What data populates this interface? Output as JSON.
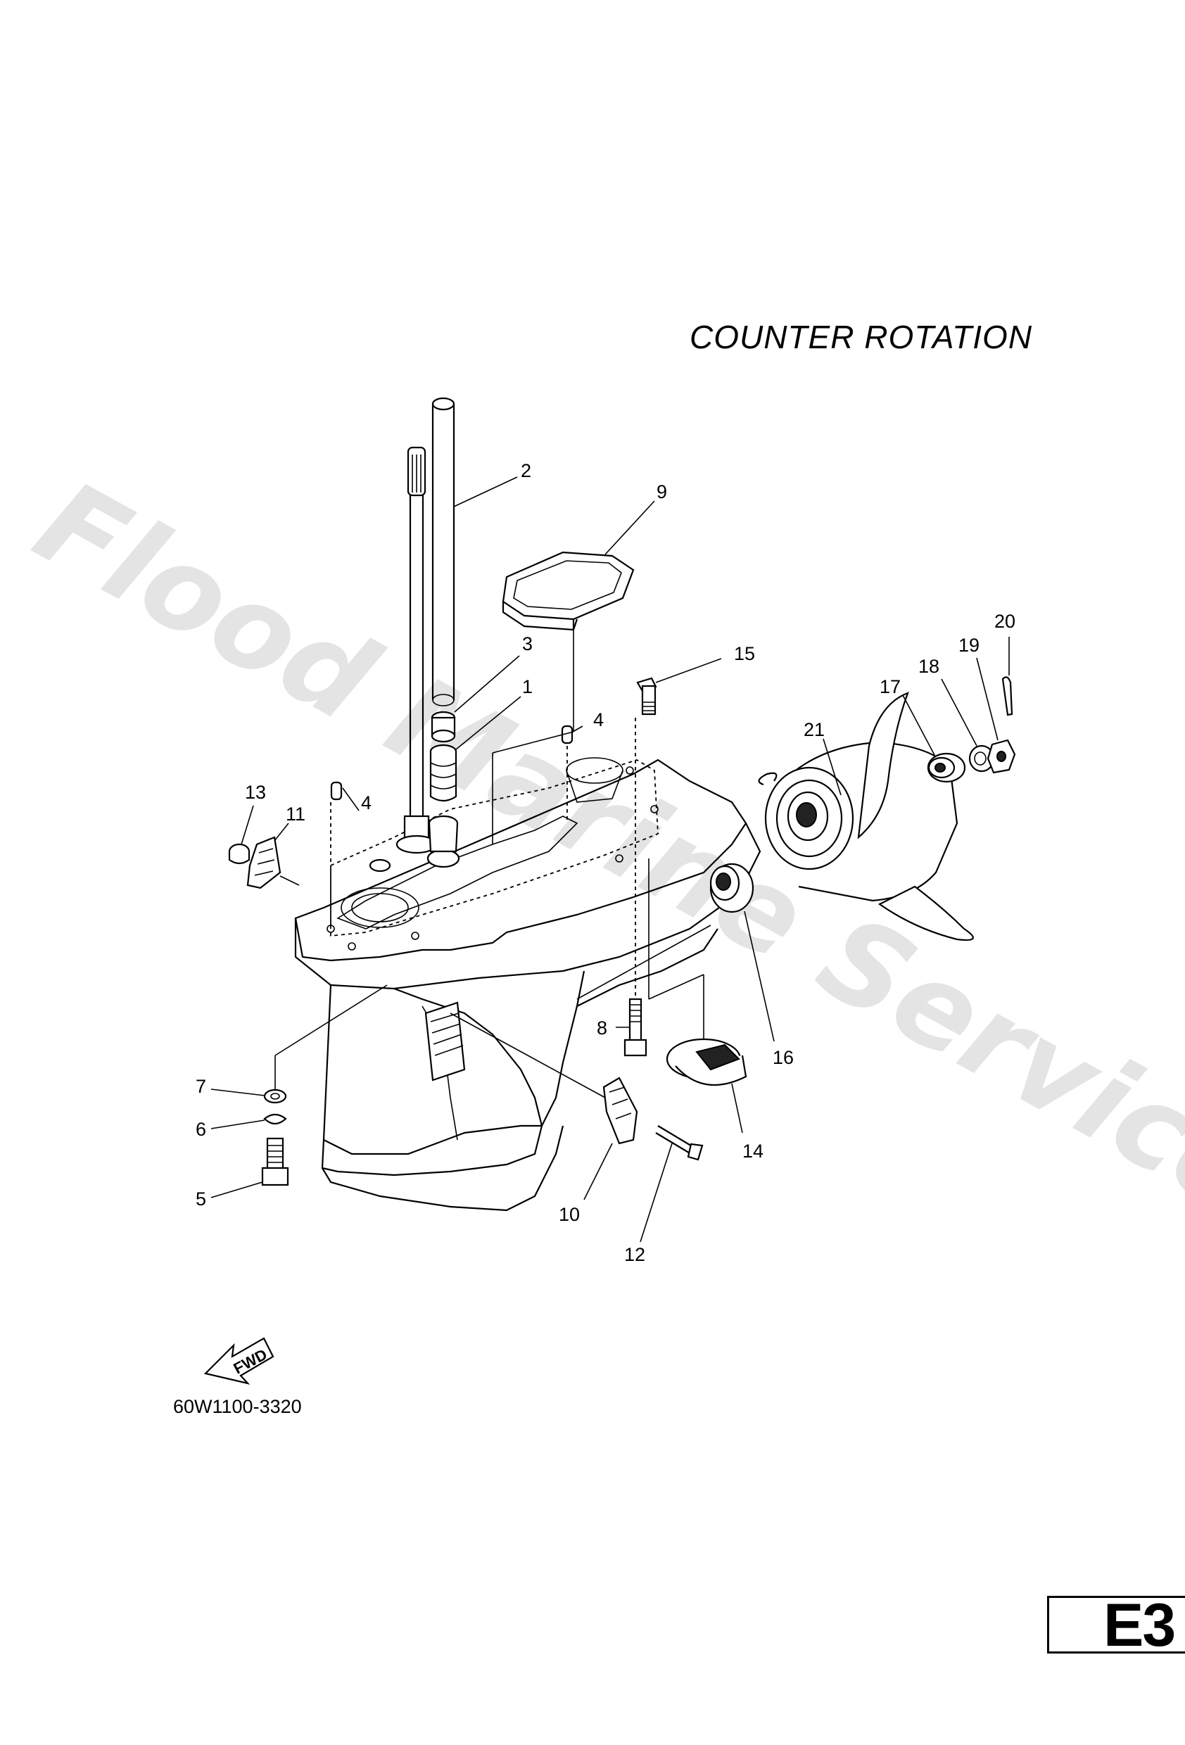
{
  "diagram": {
    "title": "COUNTER  ROTATION",
    "drawing_code": "60W1100-3320",
    "section": "E3",
    "fwd_label": "FWD",
    "watermark": "Flood Marine Services",
    "callouts": [
      "1",
      "2",
      "3",
      "4",
      "4",
      "5",
      "6",
      "7",
      "8",
      "9",
      "10",
      "11",
      "12",
      "13",
      "14",
      "15",
      "16",
      "17",
      "18",
      "19",
      "20",
      "21"
    ]
  }
}
